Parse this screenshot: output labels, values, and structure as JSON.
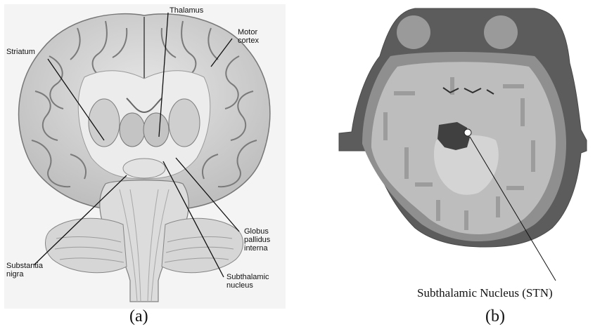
{
  "panel_a": {
    "caption": "(a)",
    "labels": {
      "thalamus": "Thalamus",
      "motor_cortex_line1": "Motor",
      "motor_cortex_line2": "cortex",
      "striatum": "Striatum",
      "globus_line1": "Globus",
      "globus_line2": "pallidus",
      "globus_line3": "interna",
      "substantia_line1": "Substantia",
      "substantia_line2": "nigra",
      "subthalamic_line1": "Subthalamic",
      "subthalamic_line2": "nucleus"
    }
  },
  "panel_b": {
    "caption": "(b)",
    "stn_label": "Subthalamic Nucleus (STN)"
  },
  "colors": {
    "background": "#ffffff",
    "illustration_gray": "#c9c9c9",
    "dark_scan_gray": "#5c5c5c",
    "mid_scan_gray": "#8f8f8f",
    "light_scan_gray": "#bdbdbd",
    "stn_dark": "#404040"
  }
}
